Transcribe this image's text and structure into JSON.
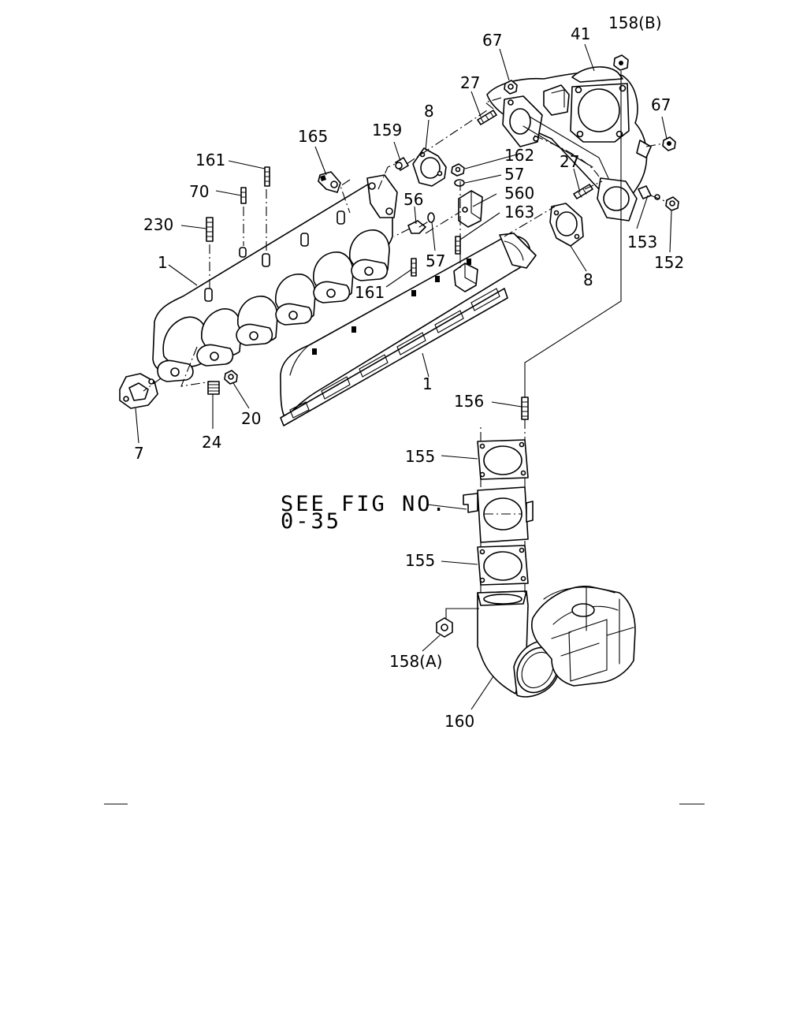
{
  "callouts": {
    "c67a": "67",
    "c41": "41",
    "c158b": "158(B)",
    "c27a": "27",
    "c67b": "67",
    "c8a": "8",
    "c159": "159",
    "c165": "165",
    "c162": "162",
    "c57a": "57",
    "c560": "560",
    "c27b": "27",
    "c161a": "161",
    "c70": "70",
    "c56": "56",
    "c163": "163",
    "c230": "230",
    "c57b": "57",
    "c153": "153",
    "c152": "152",
    "c1a": "1",
    "c161b": "161",
    "c8b": "8",
    "c1b": "1",
    "c156": "156",
    "c20": "20",
    "c24": "24",
    "c7": "7",
    "c155a": "155",
    "c155b": "155",
    "c158a": "158(A)",
    "c160": "160"
  },
  "reference_note": {
    "line1": "SEE FIG NO.",
    "line2": "0-35"
  },
  "icons": [
    "exhaust-manifold",
    "turbocharger",
    "elbow-pipe",
    "gasket",
    "stud",
    "nut",
    "bolt",
    "bracket"
  ],
  "colors": {
    "line": "#000000",
    "background": "#ffffff"
  }
}
